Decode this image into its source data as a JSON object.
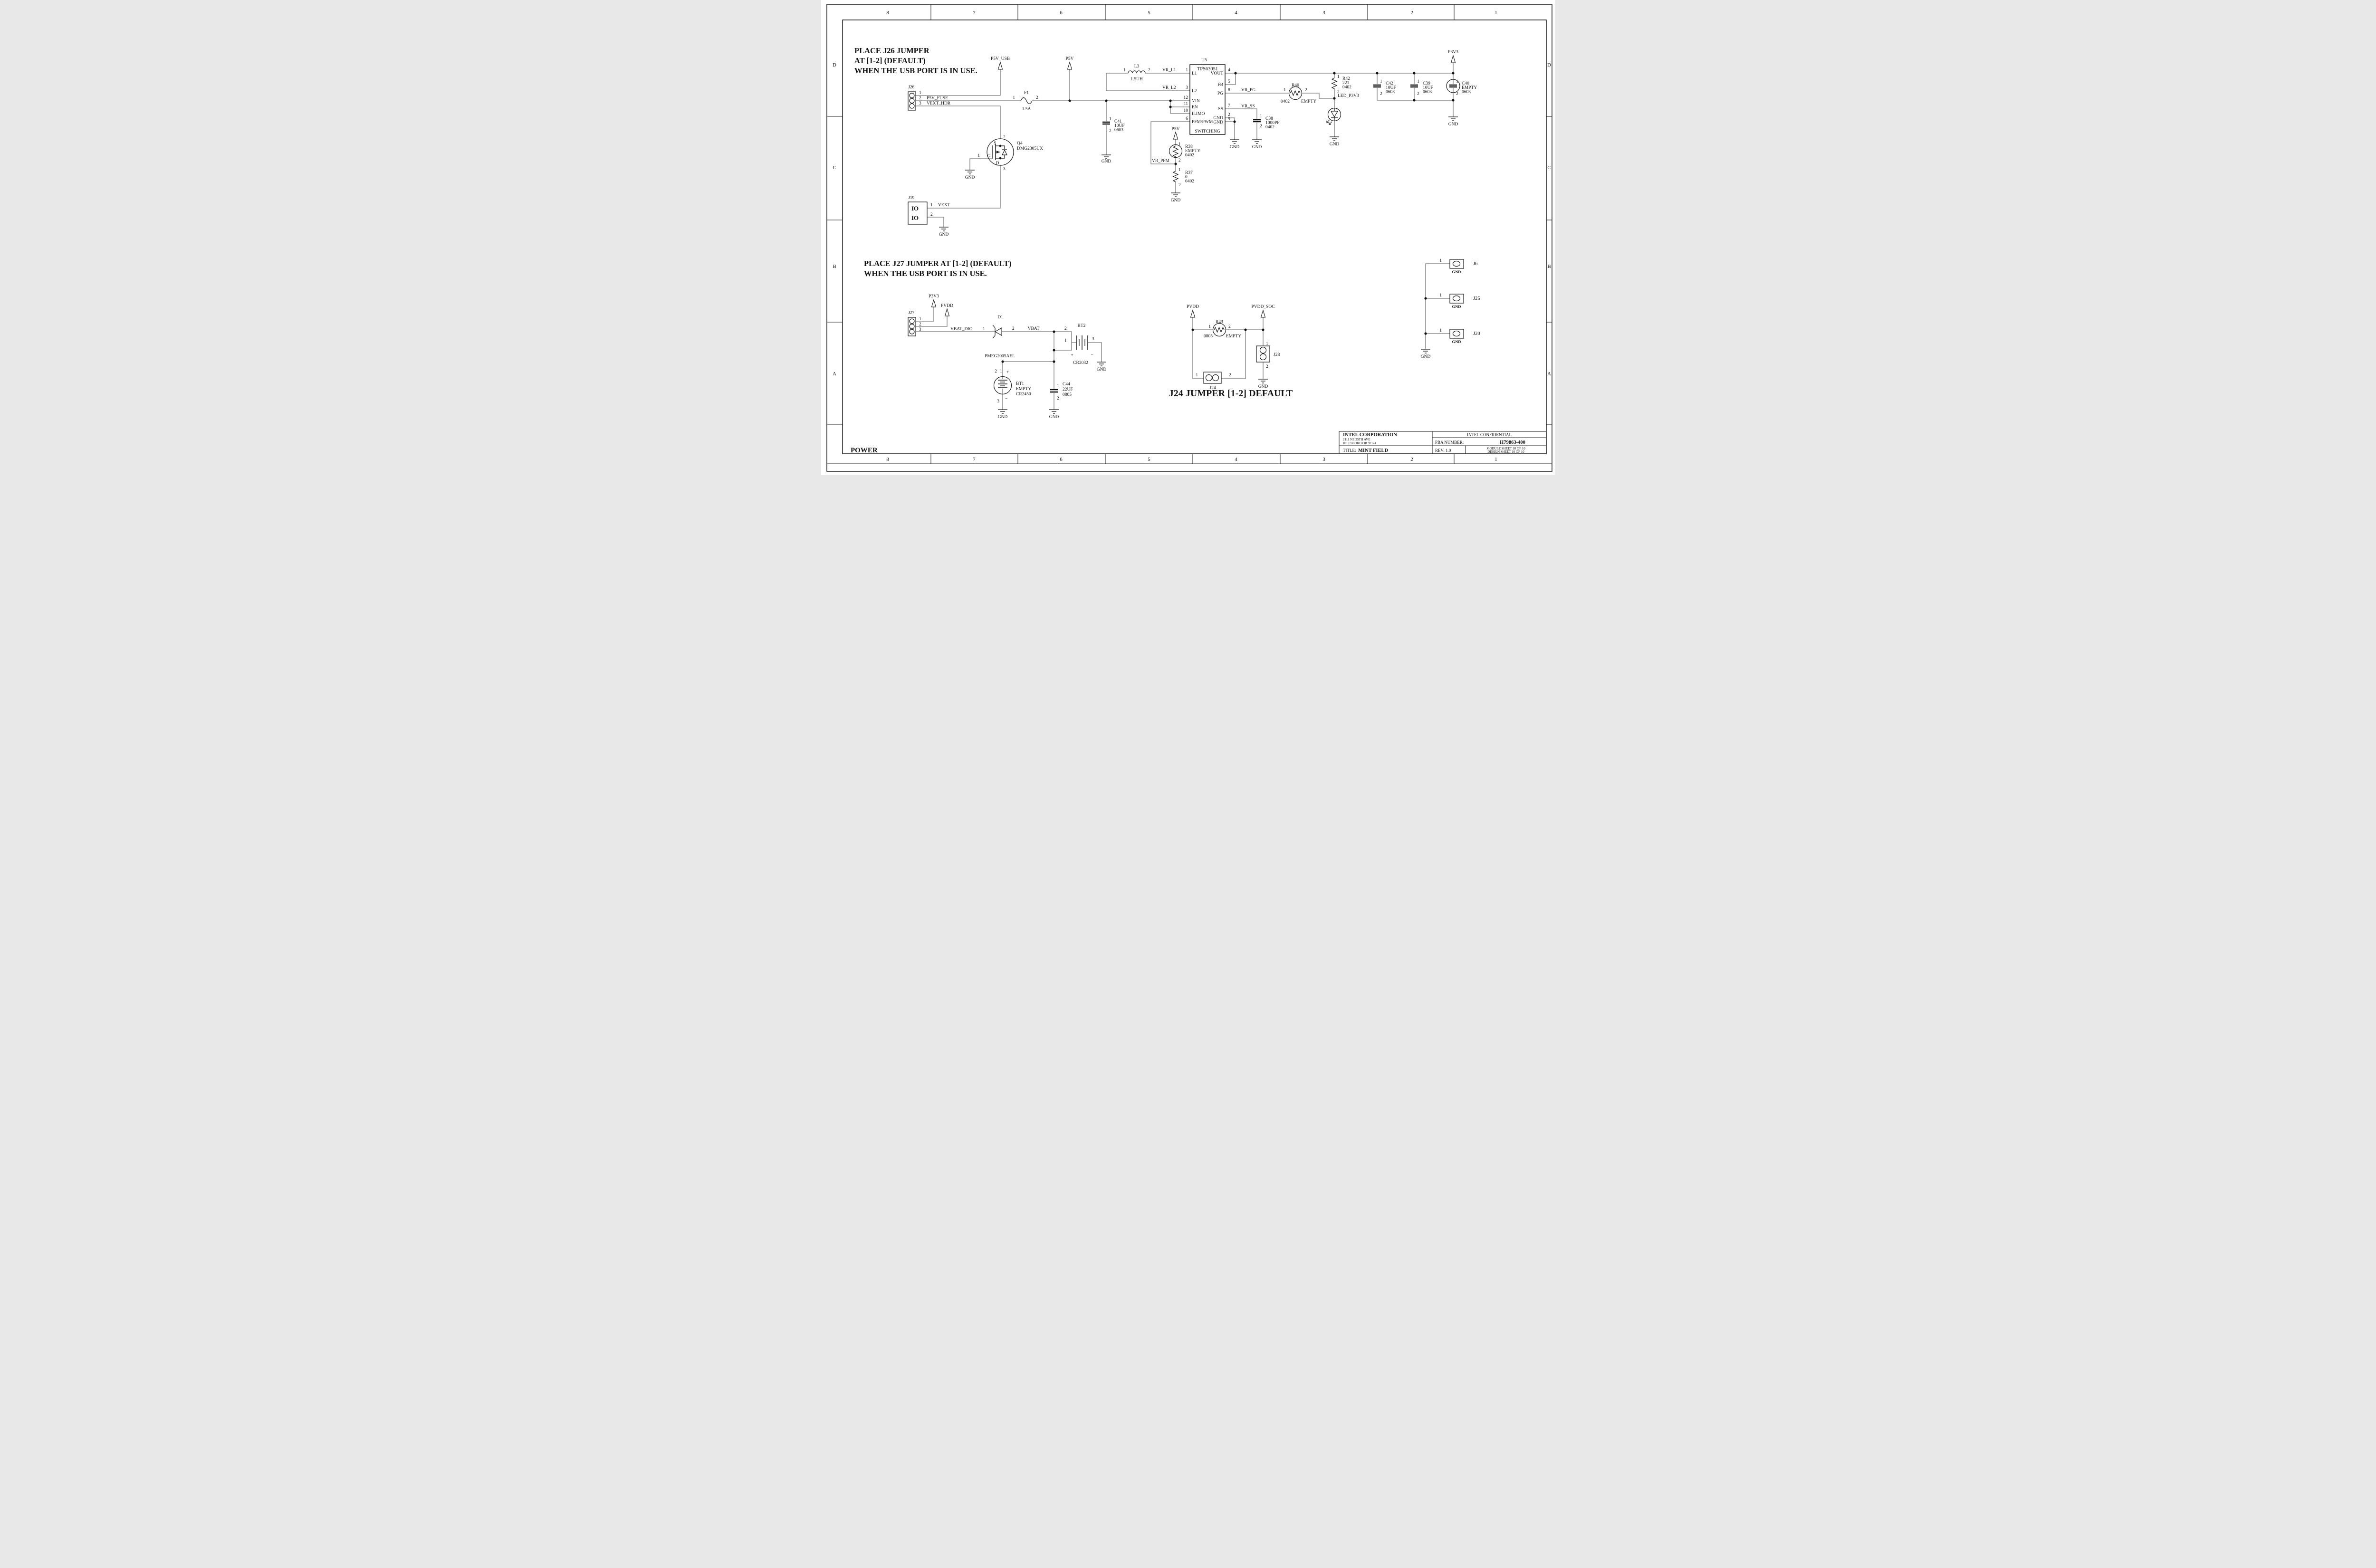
{
  "sheet": {
    "page_label": "POWER",
    "grid": {
      "cols": [
        "8",
        "7",
        "6",
        "5",
        "4",
        "3",
        "2",
        "1"
      ],
      "rows": [
        "D",
        "C",
        "B",
        "A"
      ]
    }
  },
  "notes": {
    "j26_1": "PLACE J26 JUMPER",
    "j26_2": "AT [1-2] (DEFAULT)",
    "j26_3": "WHEN THE USB PORT IS IN USE.",
    "j27_1": "PLACE J27 JUMPER AT [1-2] (DEFAULT)",
    "j27_2": "WHEN THE USB PORT IS IN USE.",
    "j24": "J24 JUMPER [1-2] DEFAULT"
  },
  "flags": {
    "p5v_usb": "P5V_USB",
    "p5v": "P5V",
    "p3v3": "P3V3",
    "pvdd": "PVDD",
    "pvdd_soc": "PVDD_SOC"
  },
  "nets": {
    "p5v_fuse": "P5V_FUSE",
    "vext_hdr": "VEXT_HDR",
    "vr_l1": "VR_L1",
    "vr_l2": "VR_L2",
    "vr_pg": "VR_PG",
    "vr_ss": "VR_SS",
    "vr_pfm": "VR_PFM",
    "led_p3v3": "LED_P3V3",
    "vext": "VEXT",
    "vbat_dio": "VBAT_DIO",
    "vbat": "VBAT",
    "gnd": "GND"
  },
  "u5": {
    "ref": "U5",
    "part": "TPS63051",
    "func": "SWITCHING",
    "lp": [
      [
        "1",
        "L1"
      ],
      [
        "3",
        "L2"
      ],
      [
        "12",
        "VIN"
      ],
      [
        "11",
        "EN"
      ],
      [
        "10",
        "ILIMO"
      ],
      [
        "6",
        "PFM/PWM"
      ]
    ],
    "rp": [
      [
        "4",
        "VOUT"
      ],
      [
        "5",
        "FB"
      ],
      [
        "8",
        "PG"
      ],
      [
        "7",
        "SS"
      ],
      [
        "2",
        "GND"
      ],
      [
        "9",
        "GND"
      ]
    ]
  },
  "j26": {
    "ref": "J26",
    "p": [
      "1",
      "2",
      "3"
    ]
  },
  "j27": {
    "ref": "J27",
    "p": [
      "1",
      "2",
      "3"
    ]
  },
  "f1": {
    "ref": "F1",
    "p1": "1",
    "p2": "2",
    "val": "1.5A"
  },
  "l3": {
    "ref": "L3",
    "p1": "1",
    "p2": "2",
    "val": "1.5UH"
  },
  "c41": {
    "ref": "C41",
    "v1": "10UF",
    "v2": "0603",
    "p1": "1",
    "p2": "2"
  },
  "c38": {
    "ref": "C38",
    "v1": "1000PF",
    "v2": "0402",
    "p1": "1",
    "p2": "2"
  },
  "c42": {
    "ref": "C42",
    "v1": "10UF",
    "v2": "0603",
    "p1": "1",
    "p2": "2"
  },
  "c39": {
    "ref": "C39",
    "v1": "10UF",
    "v2": "0603",
    "p1": "1",
    "p2": "2"
  },
  "c40": {
    "ref": "C40",
    "v1": "EMPTY",
    "v2": "0603",
    "p1": "1",
    "p2": "2"
  },
  "c44": {
    "ref": "C44",
    "v1": "22UF",
    "v2": "0805",
    "p1": "1",
    "p2": "2"
  },
  "r40": {
    "ref": "R40",
    "v1": "0402",
    "v2": "EMPTY",
    "p1": "1",
    "p2": "2"
  },
  "r42": {
    "ref": "R42",
    "v1": "221",
    "v2": "0402",
    "p1": "1",
    "p2": "2"
  },
  "r38": {
    "ref": "R38",
    "v1": "EMPTY",
    "v2": "0402",
    "p1": "1",
    "p2": "2"
  },
  "r37": {
    "ref": "R37",
    "v1": "0",
    "v2": "0402",
    "p1": "1",
    "p2": "2"
  },
  "r43": {
    "ref": "R43",
    "v1": "0805",
    "v2": "EMPTY",
    "p1": "1",
    "p2": "2"
  },
  "q4": {
    "ref": "Q4",
    "part": "DMG2305UX",
    "p1": "1",
    "p2": "2",
    "p3": "3",
    "g": "G",
    "s": "S",
    "d": "D"
  },
  "j19": {
    "ref": "J19",
    "p1": "1",
    "p2": "2",
    "io": "IO"
  },
  "d1": {
    "ref": "D1",
    "part": "PMEG2005AEL",
    "p1": "1",
    "p2": "2"
  },
  "bt2": {
    "ref": "BT2",
    "part": "CR2032",
    "p1": "1",
    "p2": "2",
    "p3": "3",
    "plus": "+",
    "minus": "−"
  },
  "bt1": {
    "ref": "BT1",
    "v1": "EMPTY",
    "part": "CR2450",
    "p1": "1",
    "p2": "2",
    "p3": "3",
    "plus": "+",
    "minus": "−"
  },
  "j24": {
    "ref": "J24",
    "p1": "1",
    "p2": "2"
  },
  "j28": {
    "ref": "J28",
    "p1": "1",
    "p2": "2"
  },
  "j6": {
    "ref": "J6",
    "p1": "1"
  },
  "j25": {
    "ref": "J25",
    "p1": "1"
  },
  "j20": {
    "ref": "J20",
    "p1": "1"
  },
  "title_block": {
    "company": "INTEL CORPORATION",
    "addr1": "2111 NE 25TH AVE",
    "addr2": "HILLSBORO OR 97124",
    "title_label": "TITLE:",
    "title": "MINT FIELD",
    "confidential": "INTEL CONFIDENTIAL",
    "pba_label": "PBA NUMBER:",
    "pba": "H79863-400",
    "rev": "REV: 1.0",
    "sheet1": "MODULE SHEET 10 OF 10",
    "sheet2": "DESIGN SHEET 10 OF 10"
  }
}
